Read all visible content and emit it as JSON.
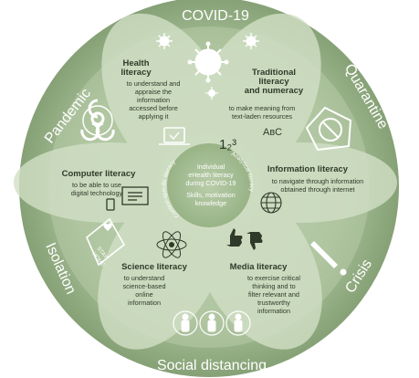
{
  "rim_labels": {
    "top": "COVID-19",
    "top_right": "Quarantine",
    "bottom_right": "Crisis",
    "bottom": "Social distancing",
    "bottom_left": "Isolation",
    "top_left": "Pandemic"
  },
  "center": {
    "line1": "Individual",
    "line2": "eHealth literacy",
    "line3": "during COVID-19",
    "line4": "Skills, motivation",
    "line5": "knowledge",
    "arc_left": "Context-specific literacy",
    "arc_right": "Analytical literacy"
  },
  "petals": {
    "health": {
      "title1": "Health",
      "title2": "literacy",
      "b1": "to understand and",
      "b2": "appraise the",
      "b3": "information",
      "b4": "accessed before",
      "b5": "applying it"
    },
    "traditional": {
      "title1": "Traditional",
      "title2": "literacy",
      "title3": "and numeracy",
      "b1": "to make meaning from",
      "b2": "text-laden resources"
    },
    "information": {
      "title": "Information literacy",
      "b1": "to navigate through information",
      "b2": "obtained through internet"
    },
    "media": {
      "title": "Media literacy",
      "b1": "to exercise critical",
      "b2": "thinking and to",
      "b3": "filter relevant and",
      "b4": "trustworthy",
      "b5": "information"
    },
    "science": {
      "title": "Science literacy",
      "b1": "to understand",
      "b2": "science-based",
      "b3": "online",
      "b4": "information"
    },
    "computer": {
      "title": "Computer literacy",
      "b1": "to be able to use",
      "b2": "digital technology"
    }
  },
  "icon_text": {
    "numbers": "1₂³",
    "abc": "AʙC",
    "stay1": "STAY",
    "stay2": "HOME"
  },
  "icons": [
    "virus-icon",
    "laptop-icon",
    "numbers-icon",
    "abc-icon",
    "globe-icon",
    "thumbs-icon",
    "atom-icon",
    "presentation-icon",
    "people-icon",
    "hazard-icon",
    "no-entry-icon",
    "exclamation-icon",
    "stay-home-icon"
  ],
  "colors": {
    "rim_dark": "#8fa982",
    "rim_light": "#b3c8a6",
    "petal": "#cddcbf",
    "center": "#a9c09a",
    "text": "#2f3a2a",
    "icon": "#ffffff"
  }
}
